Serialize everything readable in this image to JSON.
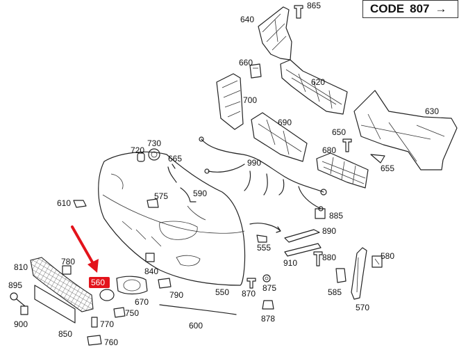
{
  "code_box": {
    "label": "CODE",
    "value": "807",
    "arrow": "arrow-right-icon"
  },
  "highlight": {
    "part": "560",
    "color": "#e3131b",
    "pointer": "red-arrow-icon"
  },
  "parts": {
    "p865": "865",
    "p640": "640",
    "p660": "660",
    "p620": "620",
    "p700": "700",
    "p630": "630",
    "p690": "690",
    "p650": "650",
    "p680": "680",
    "p655": "655",
    "p720": "720",
    "p730": "730",
    "p665": "665",
    "p990": "990",
    "p610": "610",
    "p575": "575",
    "p590": "590",
    "p885": "885",
    "p890": "890",
    "p555": "555",
    "p580": "580",
    "p880": "880",
    "p910": "910",
    "p780": "780",
    "p810": "810",
    "p840": "840",
    "p895": "895",
    "p560": "560",
    "p670": "670",
    "p790": "790",
    "p550": "550",
    "p870": "870",
    "p875": "875",
    "p585": "585",
    "p570": "570",
    "p750": "750",
    "p900": "900",
    "p770": "770",
    "p878": "878",
    "p600": "600",
    "p850": "850",
    "p760": "760"
  }
}
